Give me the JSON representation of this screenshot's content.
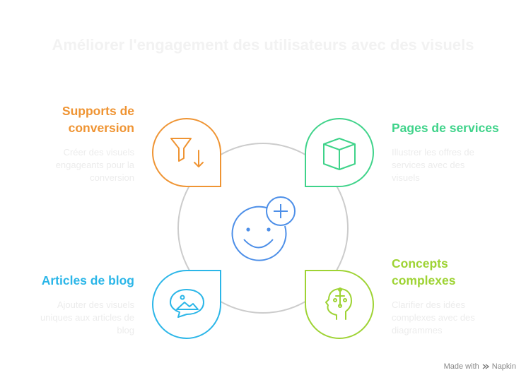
{
  "title": "Améliorer l'engagement des utilisateurs avec des visuels",
  "colors": {
    "orange": "#ef9433",
    "green": "#3fd38a",
    "blue": "#2bb6e8",
    "lime": "#9ed333",
    "center": "#4d8fe8",
    "ring": "#cccccc"
  },
  "items": [
    {
      "label": "Supports de conversion",
      "label_lines": [
        "Supports de",
        "conversion"
      ],
      "desc_lines": [
        "Créer des visuels",
        "engageants pour la",
        "conversion"
      ],
      "icon": "funnel-sort-icon"
    },
    {
      "label": "Pages de services",
      "label_lines": [
        "Pages de services"
      ],
      "desc_lines": [
        "Illustrer les offres de",
        "services avec des",
        "visuels"
      ],
      "icon": "cube-icon"
    },
    {
      "label": "Articles de blog",
      "label_lines": [
        "Articles de blog"
      ],
      "desc_lines": [
        "Ajouter des visuels",
        "uniques aux articles de",
        "blog"
      ],
      "icon": "image-bubble-icon"
    },
    {
      "label": "Concepts complexes",
      "label_lines": [
        "Concepts",
        "complexes"
      ],
      "desc_lines": [
        "Clarifier des idées",
        "complexes avec des",
        "diagrammes"
      ],
      "icon": "head-network-icon"
    }
  ],
  "center_icon": "smiley-plus-icon",
  "footer": {
    "made_with": "Made with",
    "brand": "Napkin"
  }
}
